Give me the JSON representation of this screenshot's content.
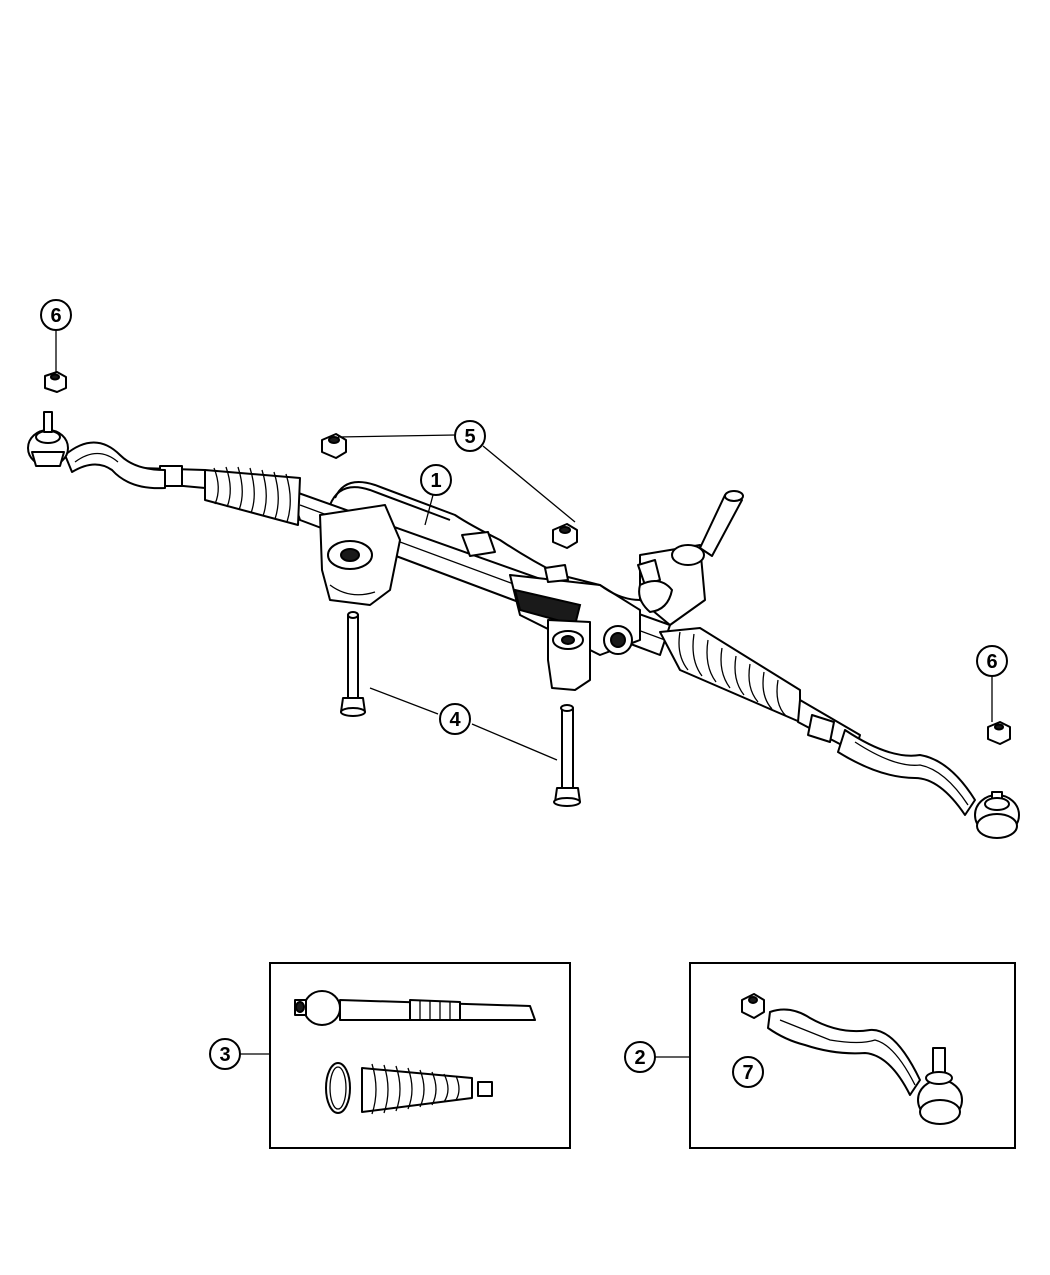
{
  "diagram": {
    "callouts": {
      "c1": "1",
      "c2": "2",
      "c3": "3",
      "c4": "4",
      "c5": "5",
      "c6_left": "6",
      "c6_right": "6",
      "c7": "7"
    },
    "parts": [
      "steering-gear-assembly",
      "outer-tie-rod-end",
      "inner-tie-rod-and-boot-kit",
      "mounting-bolt",
      "nut",
      "tie-rod-end-nut",
      "jam-nut"
    ]
  }
}
